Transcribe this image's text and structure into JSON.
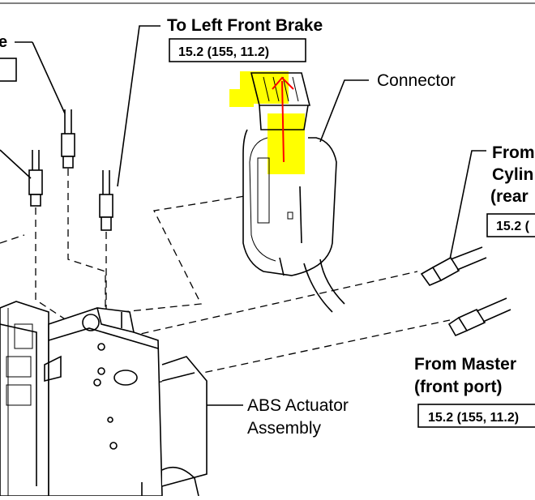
{
  "labels": {
    "left_front_brake": "To Left Front Brake",
    "left_front_torque": "15.2 (155, 11.2)",
    "connector": "Connector",
    "from_cyl_rear_1": "From",
    "from_cyl_rear_2": "Cylin",
    "from_cyl_rear_3": "(rear",
    "from_cyl_rear_torque": "15.2 (",
    "from_master_1": "From Master",
    "from_master_2": "(front port)",
    "from_master_torque": "15.2 (155, 11.2)",
    "abs_1": "ABS Actuator",
    "abs_2": "Assembly",
    "top_left_fragment": "e"
  },
  "colors": {
    "highlight": "#ffff00",
    "arrow": "#ff0000",
    "line": "#000000"
  }
}
